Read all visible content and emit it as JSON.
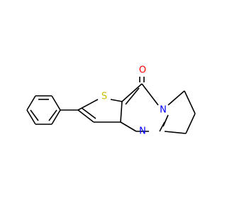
{
  "molecule": {
    "atoms": [
      {
        "id": "S1",
        "symbol": "S",
        "color": "#ccc000"
      },
      {
        "id": "O1",
        "symbol": "O",
        "color": "#ff0000"
      },
      {
        "id": "N1",
        "symbol": "N",
        "color": "#0000ff"
      },
      {
        "id": "N2",
        "symbol": "N",
        "color": "#0000ff"
      }
    ],
    "bond_color": "#000000"
  }
}
